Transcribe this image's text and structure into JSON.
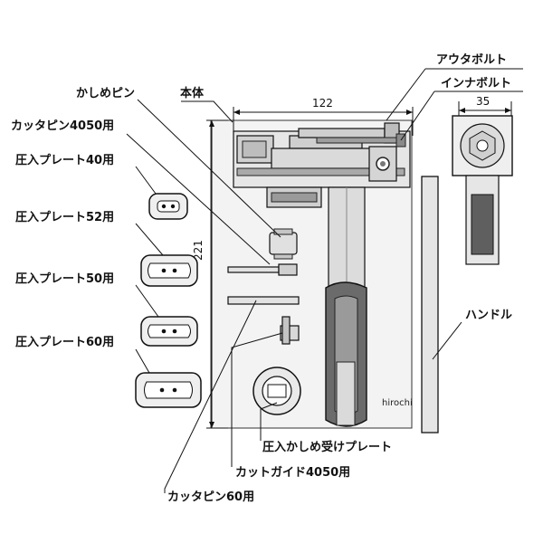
{
  "labels": {
    "outer_bolt": "アウタボルト",
    "inner_bolt": "インナボルト",
    "kashime_pin": "かしめピン",
    "body": "本体",
    "cutter_pin_4050": "カッタピン4050用",
    "press_plate_40": "圧入プレート40用",
    "press_plate_52": "圧入プレート52用",
    "press_plate_50": "圧入プレート50用",
    "press_plate_60": "圧入プレート60用",
    "handle": "ハンドル",
    "press_receive_plate": "圧入かしめ受けプレート",
    "cut_guide_4050": "カットガイド4050用",
    "cutter_pin_60": "カッタピン60用"
  },
  "dimensions": {
    "width_122": "122",
    "width_35": "35",
    "height_221": "221"
  },
  "watermark": "hirochi",
  "colors": {
    "ink": "#111111",
    "panel": "#f2f2f2",
    "part": "#e4e4e4",
    "dark": "#555555"
  }
}
